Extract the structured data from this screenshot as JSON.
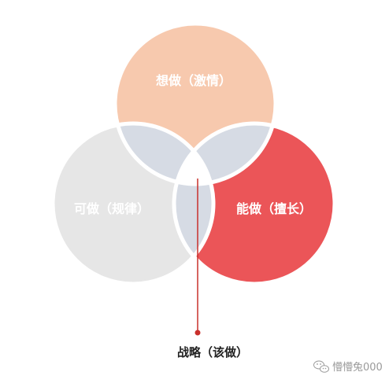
{
  "diagram": {
    "want_label": "想做（激情）",
    "can_label": "可做（规律）",
    "able_label": "能做（擅长）",
    "strategy_label": "战略（该做）",
    "colors": {
      "want": "#f7c9ae",
      "can": "#e6e6e6",
      "able": "#eb5558",
      "overlap": "#d6dbe4",
      "line": "#c9302c"
    }
  },
  "watermark": {
    "text": "懵懵兔000",
    "icon": "wechat-icon"
  }
}
